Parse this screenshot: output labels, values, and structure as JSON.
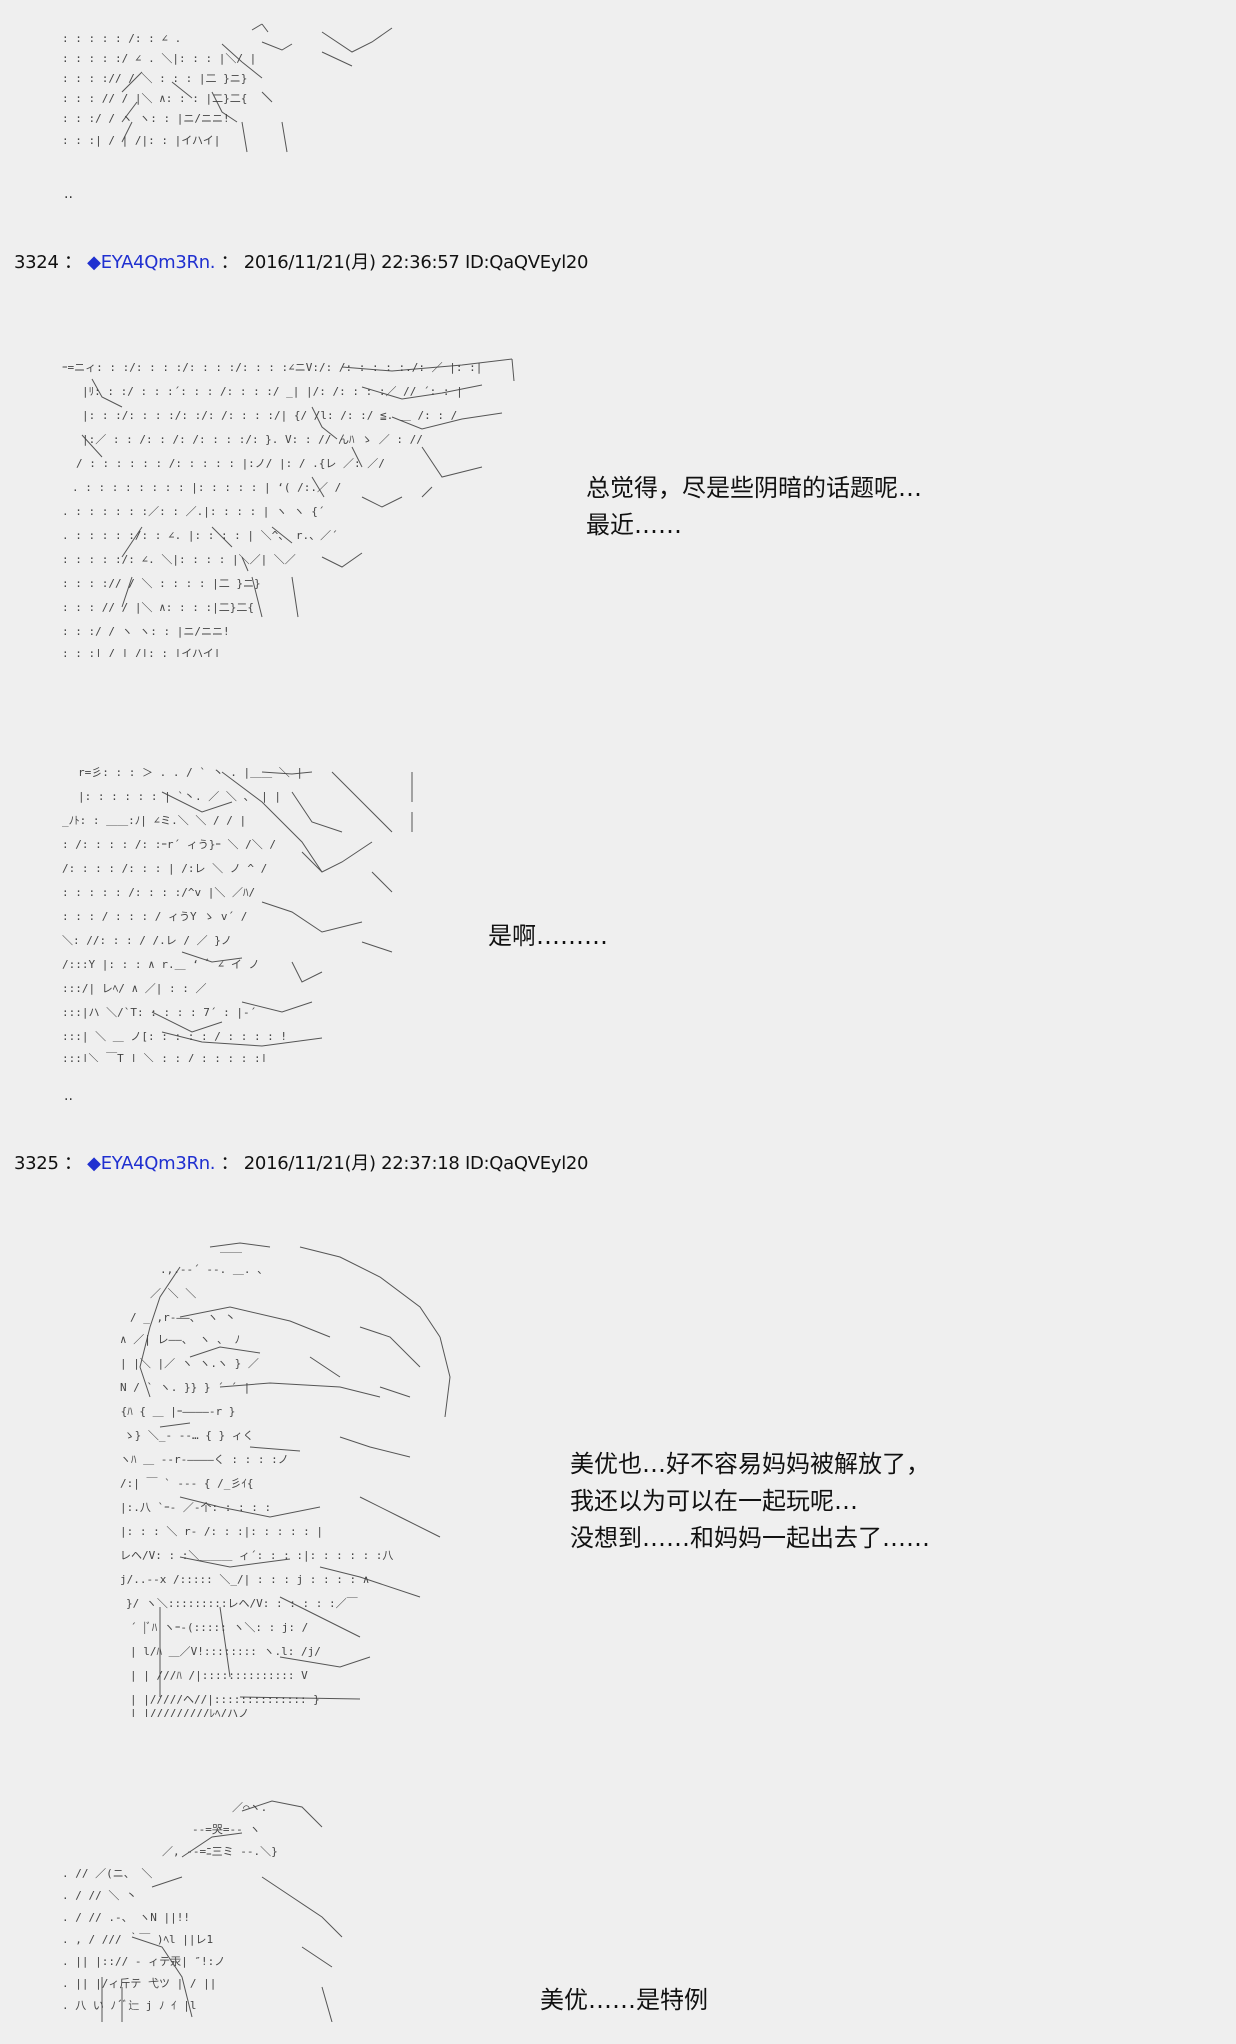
{
  "posts": [
    {
      "number": "3324",
      "sep": "：",
      "trip_marker": "◆",
      "name": "EYA4Qm3Rn.",
      "sep2": "：",
      "datetime": "2016/11/21(月) 22:36:57",
      "id": "ID:QaQVEyl20"
    },
    {
      "number": "3325",
      "sep": "：",
      "trip_marker": "◆",
      "name": "EYA4Qm3Rn.",
      "sep2": "：",
      "datetime": "2016/11/21(月) 22:37:18",
      "id": "ID:QaQVEyl20"
    }
  ],
  "ellipsis_marks": [
    "..",
    ".."
  ],
  "captions": {
    "c1_line1": "总觉得，尽是些阴暗的话题呢…",
    "c1_line2": "最近……",
    "c2_line1": "是啊………",
    "c3_line1": "美优也…好不容易妈妈被解放了，",
    "c3_line2": "我还以为可以在一起玩呢…",
    "c3_line3": "没想到……和妈妈一起出去了……",
    "c4_partial": "美优……是特例"
  },
  "colors": {
    "background": "#efefef",
    "name_link": "#2030d0",
    "text": "#111111"
  }
}
